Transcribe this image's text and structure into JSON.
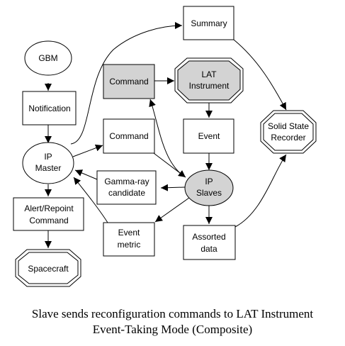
{
  "diagram": {
    "nodes": {
      "gbm": "GBM",
      "notification": "Notification",
      "ip_master": [
        "IP",
        "Master"
      ],
      "alert_repoint": [
        "Alert/Repoint",
        "Command"
      ],
      "spacecraft": "Spacecraft",
      "summary": "Summary",
      "command_top": "Command",
      "lat_instrument": [
        "LAT",
        "Instrument"
      ],
      "command_mid": "Command",
      "event": "Event",
      "solid_state_recorder": [
        "Solid State",
        "Recorder"
      ],
      "gamma_ray_candidate": [
        "Gamma-ray",
        "candidate"
      ],
      "ip_slaves": [
        "IP",
        "Slaves"
      ],
      "event_metric": [
        "Event",
        "metric"
      ],
      "assorted_data": [
        "Assorted",
        "data"
      ]
    },
    "edges": [
      [
        "gbm",
        "notification"
      ],
      [
        "notification",
        "ip_master"
      ],
      [
        "ip_master",
        "summary"
      ],
      [
        "ip_master",
        "command_mid"
      ],
      [
        "ip_master",
        "alert_repoint"
      ],
      [
        "alert_repoint",
        "spacecraft"
      ],
      [
        "command_top",
        "lat_instrument"
      ],
      [
        "lat_instrument",
        "event"
      ],
      [
        "event",
        "ip_slaves"
      ],
      [
        "command_mid",
        "ip_slaves"
      ],
      [
        "ip_slaves",
        "command_top"
      ],
      [
        "ip_slaves",
        "gamma_ray_candidate"
      ],
      [
        "gamma_ray_candidate",
        "ip_master"
      ],
      [
        "ip_slaves",
        "event_metric"
      ],
      [
        "event_metric",
        "ip_master"
      ],
      [
        "ip_slaves",
        "assorted_data"
      ],
      [
        "assorted_data",
        "solid_state_recorder"
      ],
      [
        "summary",
        "solid_state_recorder"
      ]
    ]
  },
  "caption": {
    "line1": "Slave sends reconfiguration commands to LAT Instrument",
    "line2": "Event-Taking Mode (Composite)"
  },
  "colors": {
    "highlight_fill": "#d3d3d3",
    "fill": "#ffffff",
    "stroke": "#000000"
  }
}
